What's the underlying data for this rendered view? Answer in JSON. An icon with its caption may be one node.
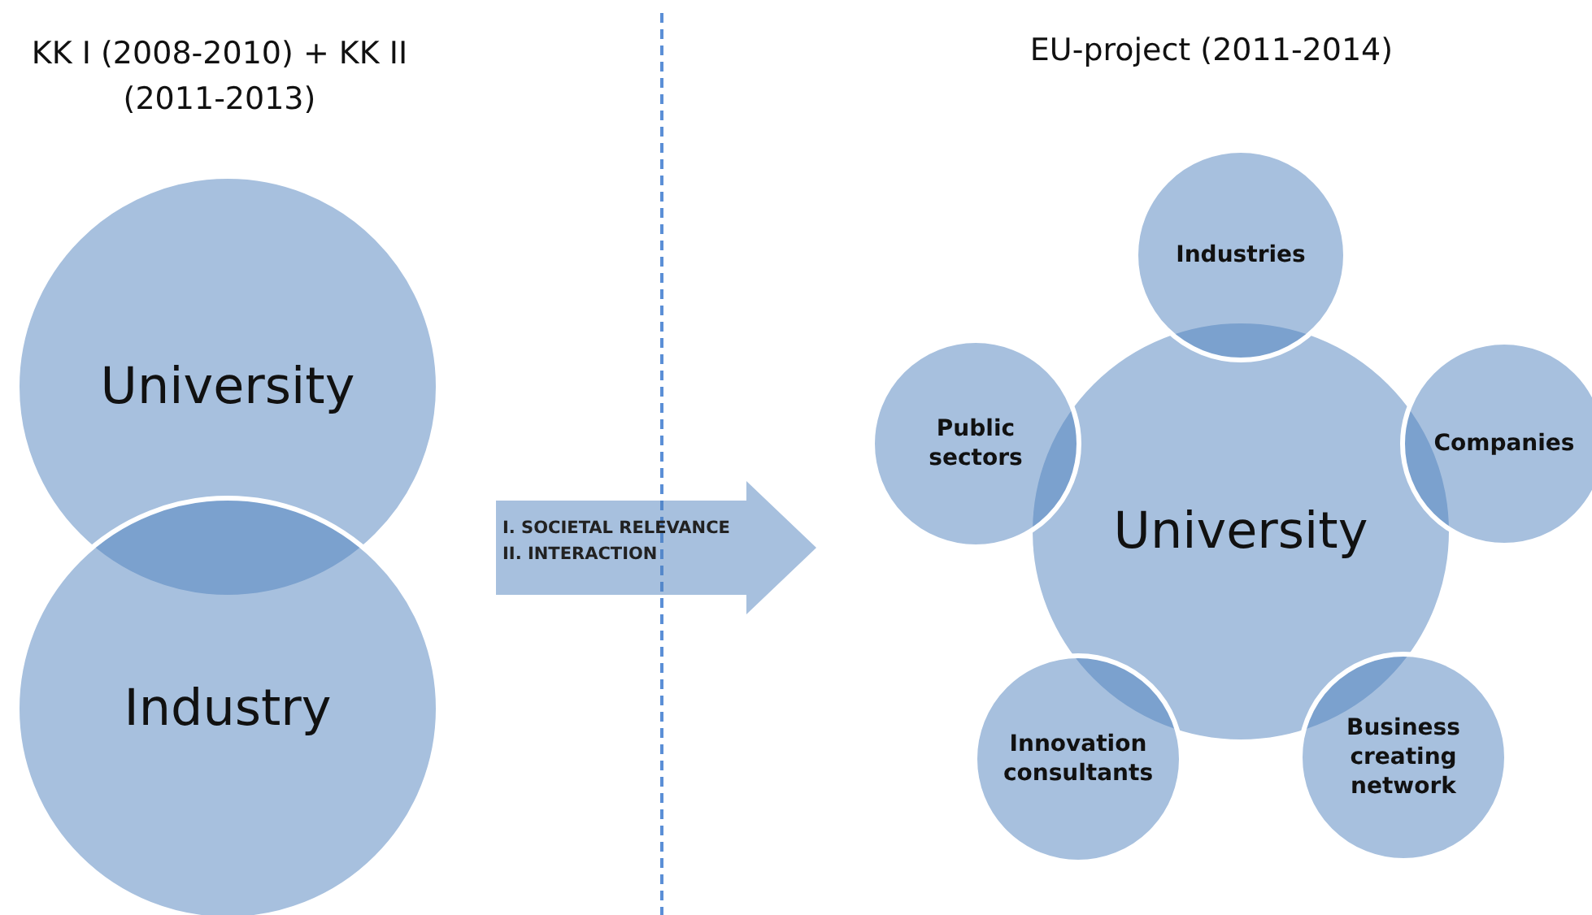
{
  "diagram": {
    "nodes": [
      {
        "text": [
          "University"
        ]
      },
      {
        "text": [
          "Industry"
        ]
      },
      {
        "text": [
          "University"
        ]
      },
      {
        "text": [
          "Industries"
        ]
      },
      {
        "text": [
          "Companies"
        ]
      },
      {
        "text": [
          "Business creating network"
        ]
      },
      {
        "text": [
          "Innovation consultants"
        ]
      },
      {
        "text": [
          "Public sectors"
        ]
      }
    ],
    "edges": [
      {
        "from": 0,
        "to": 7,
        "arrow": "to",
        "style": "thick",
        "label": "I. SOCIETAL RELEVANCE II. INTERACTION"
      }
    ],
    "labels": [
      "KK I (2008-2010) + KK II (2011-2013)",
      "EU-project (2011-2014)"
    ]
  }
}
